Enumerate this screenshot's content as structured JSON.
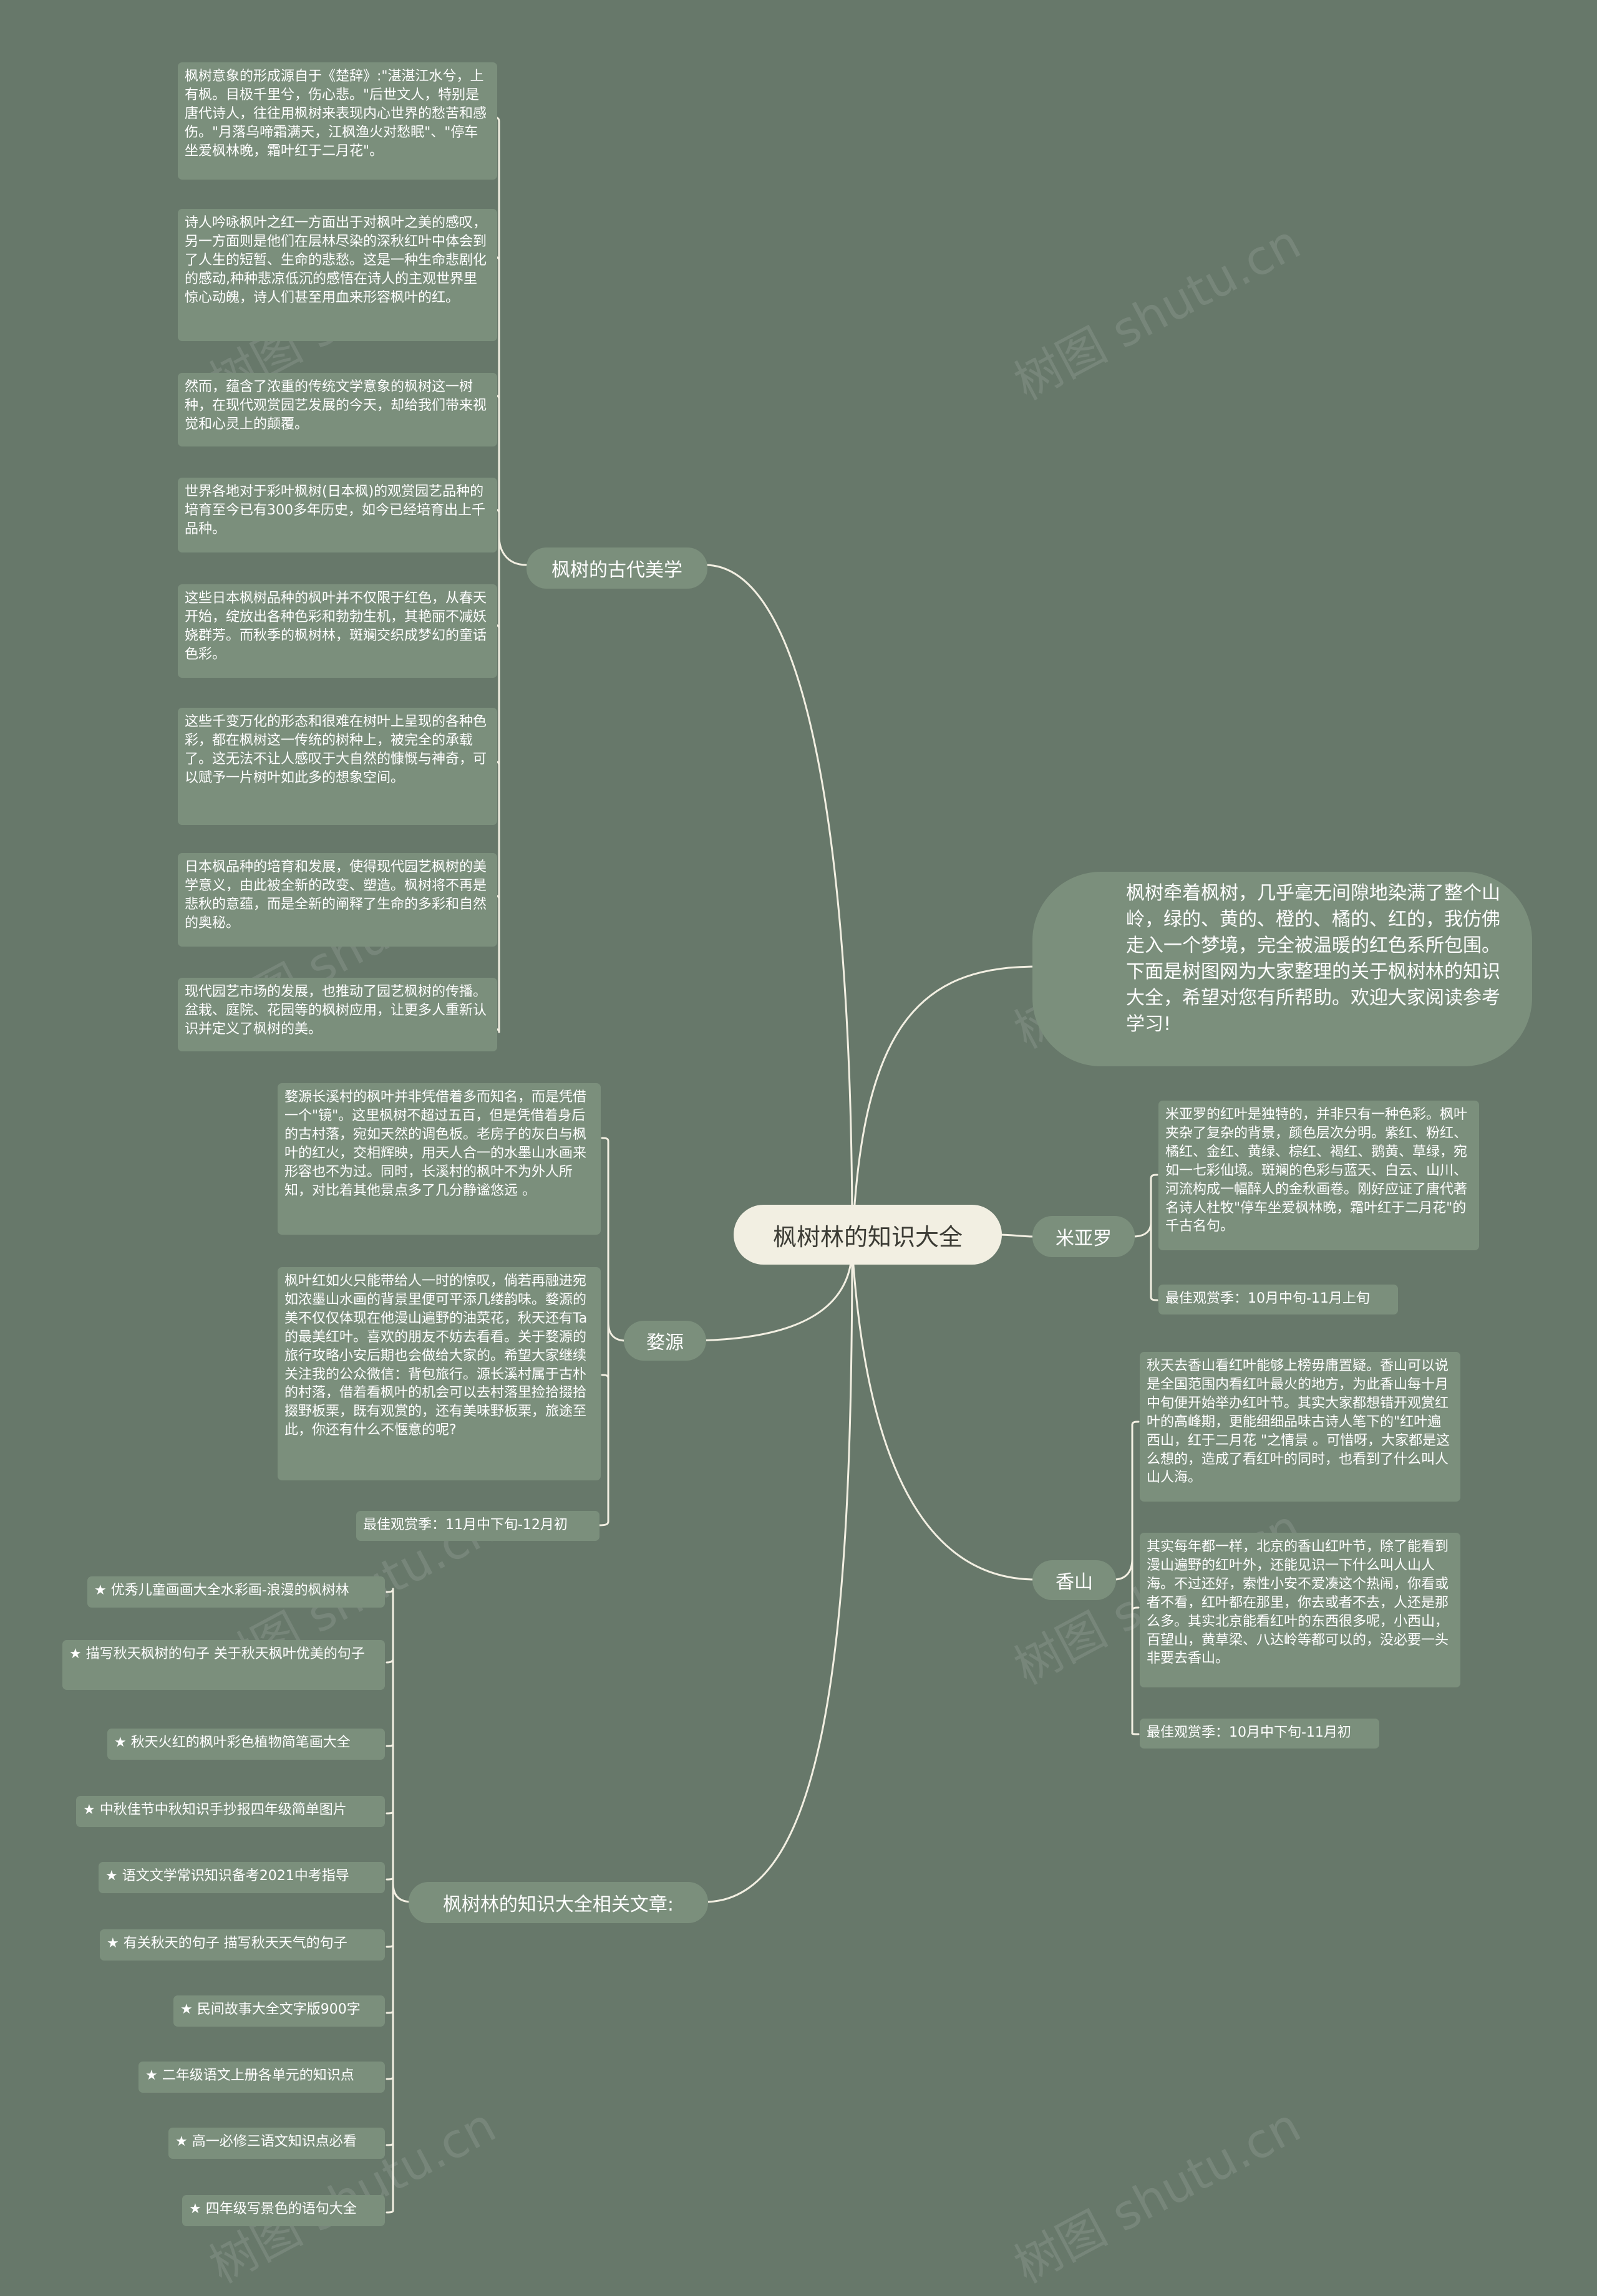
{
  "watermark": "树图 shutu.cn",
  "root": {
    "label": "枫树林的知识大全"
  },
  "intro": "枫树牵着枫树，几乎毫无间隙地染满了整个山岭，绿的、黄的、橙的、橘的、红的，我仿佛走入一个梦境，完全被温暖的红色系所包围。下面是树图网为大家整理的关于枫树林的知识大全，希望对您有所帮助。欢迎大家阅读参考学习!",
  "branches": {
    "ancient": {
      "label": "枫树的古代美学",
      "items": [
        "枫树意象的形成源自于《楚辞》:\"湛湛江水兮，上有枫。目极千里兮，伤心悲。\"后世文人，特别是唐代诗人，往往用枫树来表现内心世界的愁苦和感伤。\"月落乌啼霜满天，江枫渔火对愁眠\"、\"停车坐爱枫林晚，霜叶红于二月花\"。",
        "诗人吟咏枫叶之红一方面出于对枫叶之美的感叹，另一方面则是他们在层林尽染的深秋红叶中体会到了人生的短暂、生命的悲愁。这是一种生命悲剧化的感动,种种悲凉低沉的感悟在诗人的主观世界里惊心动魄，诗人们甚至用血来形容枫叶的红。",
        "然而，蕴含了浓重的传统文学意象的枫树这一树种，在现代观赏园艺发展的今天，却给我们带来视觉和心灵上的颠覆。",
        "世界各地对于彩叶枫树(日本枫)的观赏园艺品种的培育至今已有300多年历史，如今已经培育出上千品种。",
        "这些日本枫树品种的枫叶并不仅限于红色，从春天开始，绽放出各种色彩和勃勃生机，其艳丽不减妖娆群芳。而秋季的枫树林，斑斓交织成梦幻的童话色彩。",
        "这些千变万化的形态和很难在树叶上呈现的各种色彩，都在枫树这一传统的树种上，被完全的承载了。这无法不让人感叹于大自然的慷慨与神奇，可以赋予一片树叶如此多的想象空间。",
        "日本枫品种的培育和发展，使得现代园艺枫树的美学意义，由此被全新的改变、塑造。枫树将不再是悲秋的意蕴，而是全新的阐释了生命的多彩和自然的奥秘。",
        "现代园艺市场的发展，也推动了园艺枫树的传播。盆栽、庭院、花园等的枫树应用，让更多人重新认识并定义了枫树的美。"
      ]
    },
    "wuyuan": {
      "label": "婺源",
      "items": [
        "婺源长溪村的枫叶并非凭借着多而知名，而是凭借一个\"镜\"。这里枫树不超过五百，但是凭借着身后的古村落，宛如天然的调色板。老房子的灰白与枫叶的红火，交相辉映，用天人合一的水墨山水画来形容也不为过。同时，长溪村的枫叶不为外人所知，对比着其他景点多了几分静谧悠远 。",
        "枫叶红如火只能带给人一时的惊叹，倘若再融进宛如浓墨山水画的背景里便可平添几缕韵味。婺源的美不仅仅体现在他漫山遍野的油菜花，秋天还有Ta的最美红叶。喜欢的朋友不妨去看看。关于婺源的旅行攻略小安后期也会做给大家的。希望大家继续关注我的公众微信：背包旅行。源长溪村属于古朴的村落，借着看枫叶的机会可以去村落里捡拾掇拾掇野板栗，既有观赏的，还有美味野板栗，旅途至此，你还有什么不惬意的呢?",
        "最佳观赏季：11月中下旬-12月初"
      ]
    },
    "related": {
      "label": "枫树林的知识大全相关文章:",
      "items": [
        "★ 优秀儿童画画大全水彩画-浪漫的枫树林",
        "★ 描写秋天枫树的句子 关于秋天枫叶优美的句子",
        "★ 秋天火红的枫叶彩色植物简笔画大全",
        "★ 中秋佳节中秋知识手抄报四年级简单图片",
        "★ 语文文学常识知识备考2021中考指导",
        "★ 有关秋天的句子 描写秋天天气的句子",
        "★ 民间故事大全文字版900字",
        "★ 二年级语文上册各单元的知识点",
        "★ 高一必修三语文知识点必看",
        "★ 四年级写景色的语句大全"
      ]
    },
    "miyaluo": {
      "label": "米亚罗",
      "items": [
        "米亚罗的红叶是独特的，并非只有一种色彩。枫叶夹杂了复杂的背景，颜色层次分明。紫红、粉红、橘红、金红、黄绿、棕红、褐红、鹅黄、草绿，宛如一七彩仙境。斑斓的色彩与蓝天、白云、山川、河流构成一幅醉人的金秋画卷。刚好应证了唐代著名诗人杜牧\"停车坐爱枫林晚，霜叶红于二月花\"的千古名句。",
        "最佳观赏季：10月中旬-11月上旬"
      ]
    },
    "xiangshan": {
      "label": "香山",
      "items": [
        "秋天去香山看红叶能够上榜毋庸置疑。香山可以说是全国范围内看红叶最火的地方，为此香山每十月中旬便开始举办红叶节。其实大家都想错开观赏红叶的高峰期，更能细细品味古诗人笔下的\"红叶遍西山，红于二月花 \"之情景 。可惜呀，大家都是这么想的，造成了看红叶的同时，也看到了什么叫人山人海。",
        "其实每年都一样，北京的香山红叶节，除了能看到漫山遍野的红叶外，还能见识一下什么叫人山人海。不过还好，索性小安不爱凑这个热闹，你看或者不看，红叶都在那里，你去或者不去，人还是那么多。其实北京能看红叶的东西很多呢，小西山，百望山，黄草梁、八达岭等都可以的，没必要一头非要去香山。",
        "最佳观赏季：10月中下旬-11月初"
      ]
    }
  }
}
